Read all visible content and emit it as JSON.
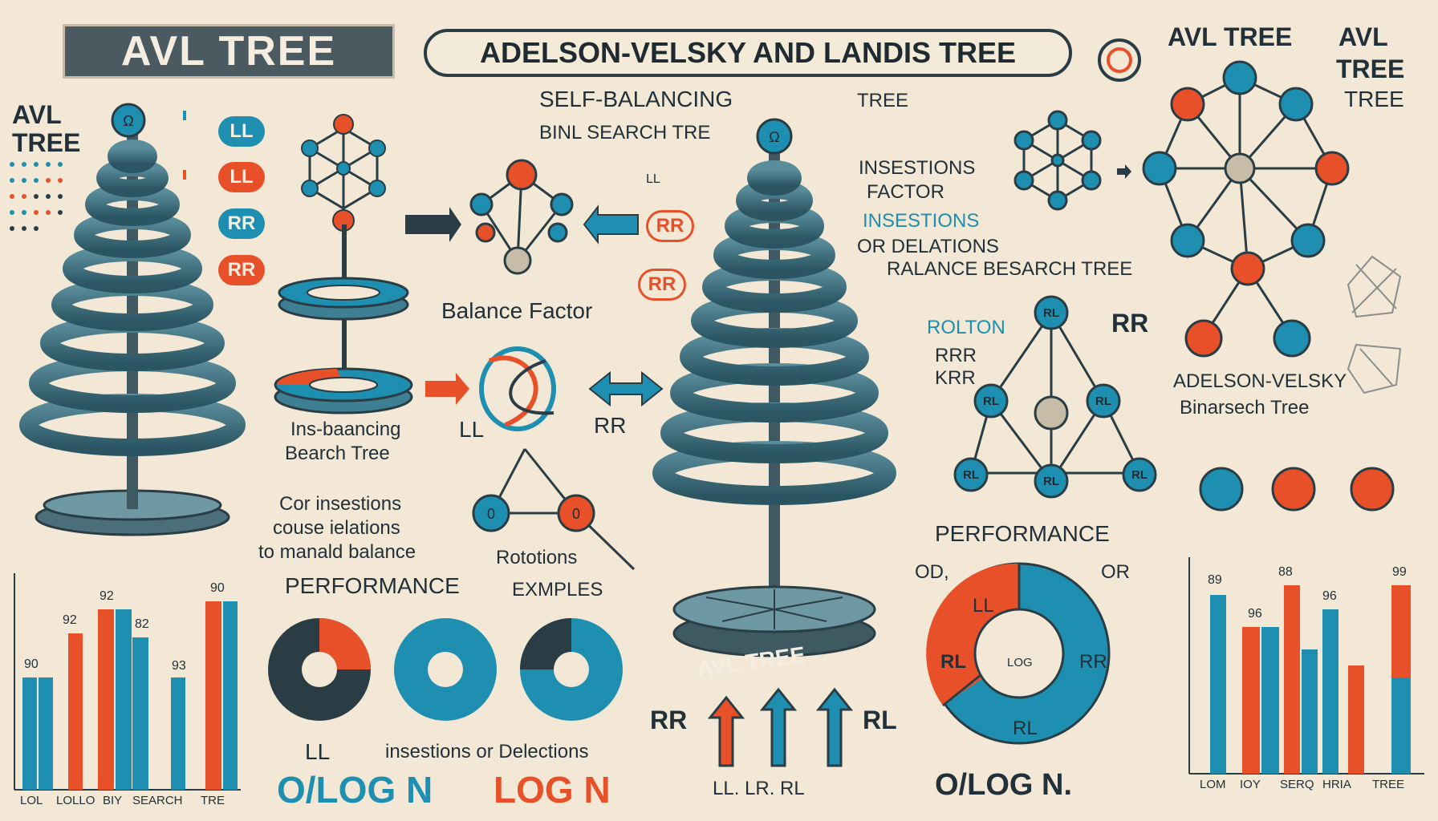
{
  "header": {
    "title": "AVL TREE",
    "subtitle": "ADELSON-VELSKY AND LANDIS TREE",
    "top_right_1": "AVL TREE",
    "top_right_2a": "AVL",
    "top_right_2b": "TREE",
    "top_right_2c": "TREE"
  },
  "left": {
    "avl_1": "AVL",
    "avl_2": "TREE",
    "pills": [
      "LL",
      "LL",
      "RR",
      "RR"
    ]
  },
  "center_top": {
    "self_balancing": "SELF-BALANCING",
    "tree_word": "TREE",
    "binary_search": "BINL  SEARCH TRE",
    "ll_small": "LL",
    "balance_factor": "Balance Factor",
    "rr_pill_1": "RR",
    "rr_pill_2": "RR",
    "ins_balancing_1": "Ins-baancing",
    "ins_balancing_2": "Bearch Tree",
    "ll_label": "LL",
    "rr_label": "RR",
    "cor_1": "Cor insestions",
    "cor_2": "couse ielations",
    "cor_3": "to manald balance",
    "rotations_1": "Rototions",
    "rotations_2": "EXMPLES",
    "performance": "PERFORMANCE"
  },
  "bottom_left": {
    "ll": "LL",
    "insertions": "insestions or Delections",
    "o_log_n": "O/LOG N",
    "log_n": "LOG N",
    "axis_labels": [
      "LOL",
      "LOLLO",
      "BIY",
      "SEARCH",
      "TRE"
    ],
    "bar_labels": [
      "90",
      "92",
      "92",
      "82",
      "93",
      "90"
    ]
  },
  "center": {
    "avl_tree_base": "AVL TREE",
    "rr": "RR",
    "rl": "RL",
    "arrows_label": "LL. LR. RL"
  },
  "right": {
    "insertions_factor_1": "INSESTIONS",
    "insertions_factor_2": "FACTOR",
    "insertions_2": "INSESTIONS",
    "deletions": "OR DELATIONS",
    "balance_search": "RALANCE  BESARCH TREE",
    "rolton": "ROLTON",
    "rrr": "RRR",
    "krr": "KRR",
    "rr_big": "RR",
    "node_labels": [
      "RL",
      "RL",
      "RL",
      "RL",
      "RL",
      "RL"
    ],
    "performance": "PERFORMANCE",
    "od": "OD,",
    "or": "OR",
    "donut_labels": [
      "LL",
      "RL",
      "LOG",
      "RR",
      "RL"
    ],
    "o_log_n": "O/LOG N."
  },
  "far_right": {
    "adelson": "ADELSON-VELSKY",
    "binarsech": "Binarsech Tree",
    "bar_labels": [
      "89",
      "88",
      "96",
      "96",
      "99"
    ],
    "axis_labels": [
      "LOM",
      "IOY",
      "SERQ",
      "HRIA",
      "TREE"
    ]
  },
  "colors": {
    "teal": "#1e8fb0",
    "orange": "#e8502a",
    "dark": "#2a3d45",
    "background": "#f2e8d5"
  }
}
